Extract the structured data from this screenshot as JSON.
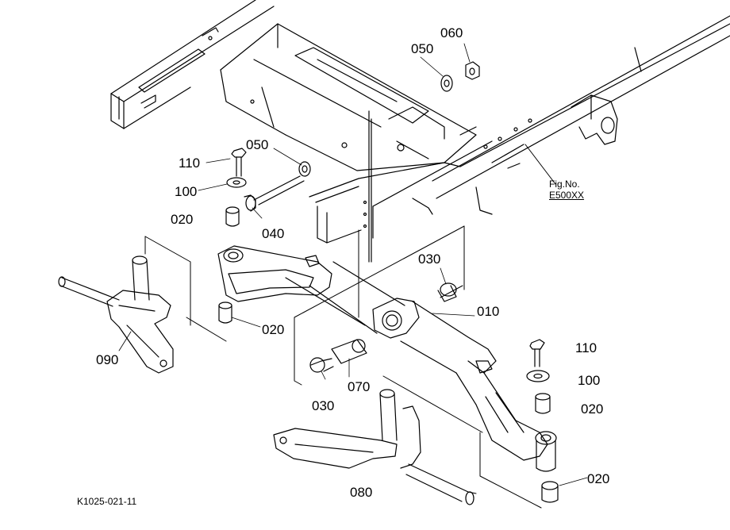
{
  "diagram": {
    "part_labels": {
      "p010": "010",
      "p020_a": "020",
      "p020_b": "020",
      "p020_c": "020",
      "p020_d": "020",
      "p030_a": "030",
      "p030_b": "030",
      "p040": "040",
      "p050_a": "050",
      "p050_b": "050",
      "p060": "060",
      "p070": "070",
      "p080": "080",
      "p090": "090",
      "p100_a": "100",
      "p100_b": "100",
      "p110_a": "110",
      "p110_b": "110"
    },
    "fig_ref": {
      "line1": "Fig.No.",
      "line2": "E500XX"
    },
    "drawing_code": "K1025-021-11"
  }
}
